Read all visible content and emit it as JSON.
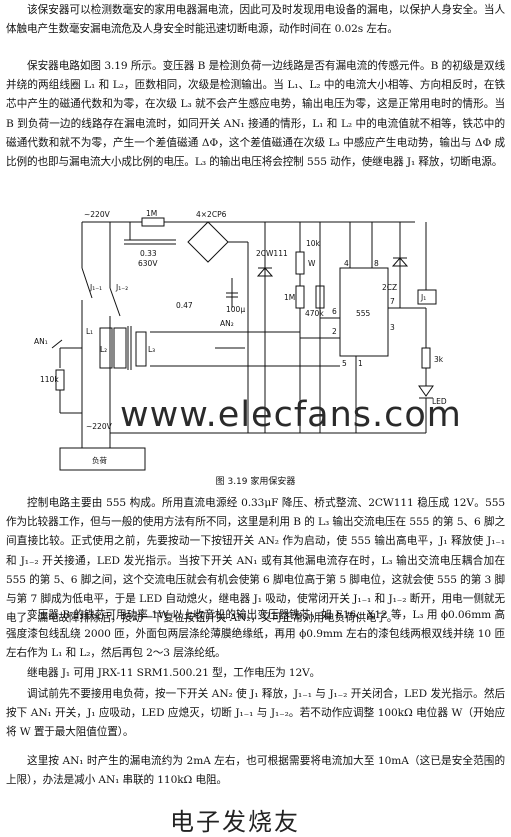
{
  "paragraphs": {
    "p1": "该保安器可以检测数毫安的家用电器漏电流，因此可及时发现用电设备的漏电，以保护人身安全。当人体触电产生数毫安漏电流危及人身安全时能迅速切断电源，动作时间在 0.02s 左右。",
    "p2": "保安器电路如图 3.19 所示。变压器 B 是检测负荷一边线路是否有漏电流的传感元件。B 的初级是双线并绕的两组线圈 L₁ 和 L₂，匝数相同，次级是检测输出。当 L₁、L₂ 中的电流大小相等、方向相反时，在铁芯中产生的磁通代数和为零，在次级 L₃ 就不会产生感应电势，输出电压为零，这是正常用电时的情形。当 B 到负荷一边的线路存在漏电流时，如同开关 AN₁ 接通的情形，L₁ 和 L₂ 中的电流值就不相等，铁芯中的磁通代数和就不为零，产生一个差值磁通 ΔΦ，这个差值磁通在次级 L₃ 中感应产生电动势，输出与 ΔΦ 成比例的也即与漏电流大小成比例的电压。L₃ 的输出电压将会控制 555 动作，使继电器 J₁ 释放，切断电源。",
    "p3": "控制电路主要由 555 构成。所用直流电源经 0.33μF 降压、桥式整流、2CW111 稳压成 12V。555 作为比较器工作，但与一般的使用方法有所不同，这里是利用 B 的 L₃ 输出交流电压在 555 的第 5、6 脚之间直接比较。正式使用之前，先要按动一下按钮开关 AN₂ 作为启动，使 555 输出高电平，J₁ 释放使 J₁₋₁ 和 J₁₋₂ 开关接通，LED 发光指示。当按下开关 AN₁ 或有其他漏电流存在时，L₃ 输出交流电压耦合加在 555 的第 5、6 脚之间，这个交流电压就会有机会使第 6 脚电位高于第 5 脚电位，这就会使 555 的第 3 脚与第 7 脚成为低电平，于是 LED 自动熄火，继电器 J₁ 吸动，使常闭开关 J₁₋₁ 和 J₁₋₂ 断开，用电一侧就无电了。漏电故障排除后，按动一下复位按钮开关 AN₂，又可正常对用电负荷供电了。",
    "p4": "变压器 B 的铁芯可用功率 1W 以上收音机的输出变压器铁芯，如 E16、X12 等，L₃ 用 ϕ0.06mm 高强度漆包线乱绕 2000 匝，外面包两层涤纶薄膜绝缘纸，再用 ϕ0.9mm 左右的漆包线两根双线并绕 10 匝左右作为 L₁ 和 L₂，然后再包 2～3 层涤纶纸。",
    "p5": "继电器 J₁ 可用 JRX-11 SRM1.500.21 型，工作电压为 12V。",
    "p6": "调试前先不要接用电负荷，按一下开关 AN₂ 使 J₁ 释放，J₁₋₁ 与 J₁₋₂ 开关闭合，LED 发光指示。然后按下 AN₁ 开关，J₁ 应吸动，LED 应熄灭，切断 J₁₋₁ 与 J₁₋₂。若不动作应调整 100kΩ 电位器 W（开始应将 W 置于最大阻值位置）。",
    "p7": "这里按 AN₁ 时产生的漏电流约为 2mA 左右，也可根据需要将电流加大至 10mA（这已是安全范围的上限），办法是减小 AN₁ 串联的 110kΩ 电阻。"
  },
  "figure": {
    "caption": "图 3.19   家用保安器",
    "labels": {
      "v220_top": "~220V",
      "v220_bot": "~220V",
      "r1m_top": "1M",
      "bridge": "4×2CP6",
      "cap033": "0.33",
      "cap630": "630V",
      "zener": "2CW111",
      "cap100": "100μ",
      "r10k": "10k",
      "w": "W",
      "r1m_mid": "1M",
      "r470": "470k",
      "j11": "J₁₋₁",
      "j12": "J₁₋₂",
      "an1": "AN₁",
      "an2": "AN₂",
      "c047": "0.47",
      "l1": "L₁",
      "l2": "L₂",
      "l3": "L₃",
      "r110": "110k",
      "ic": "555",
      "d2cz": "2CZ",
      "relay": "J₁",
      "r3k": "3k",
      "led": "LED",
      "load": "负荷",
      "pin4": "4",
      "pin8": "8",
      "pin7": "7",
      "pin6": "6",
      "pin2": "2",
      "pin3": "3",
      "pin5": "5",
      "pin1": "1"
    }
  },
  "watermark": "www.elecfans.com",
  "watermark2": "电子发烧友"
}
